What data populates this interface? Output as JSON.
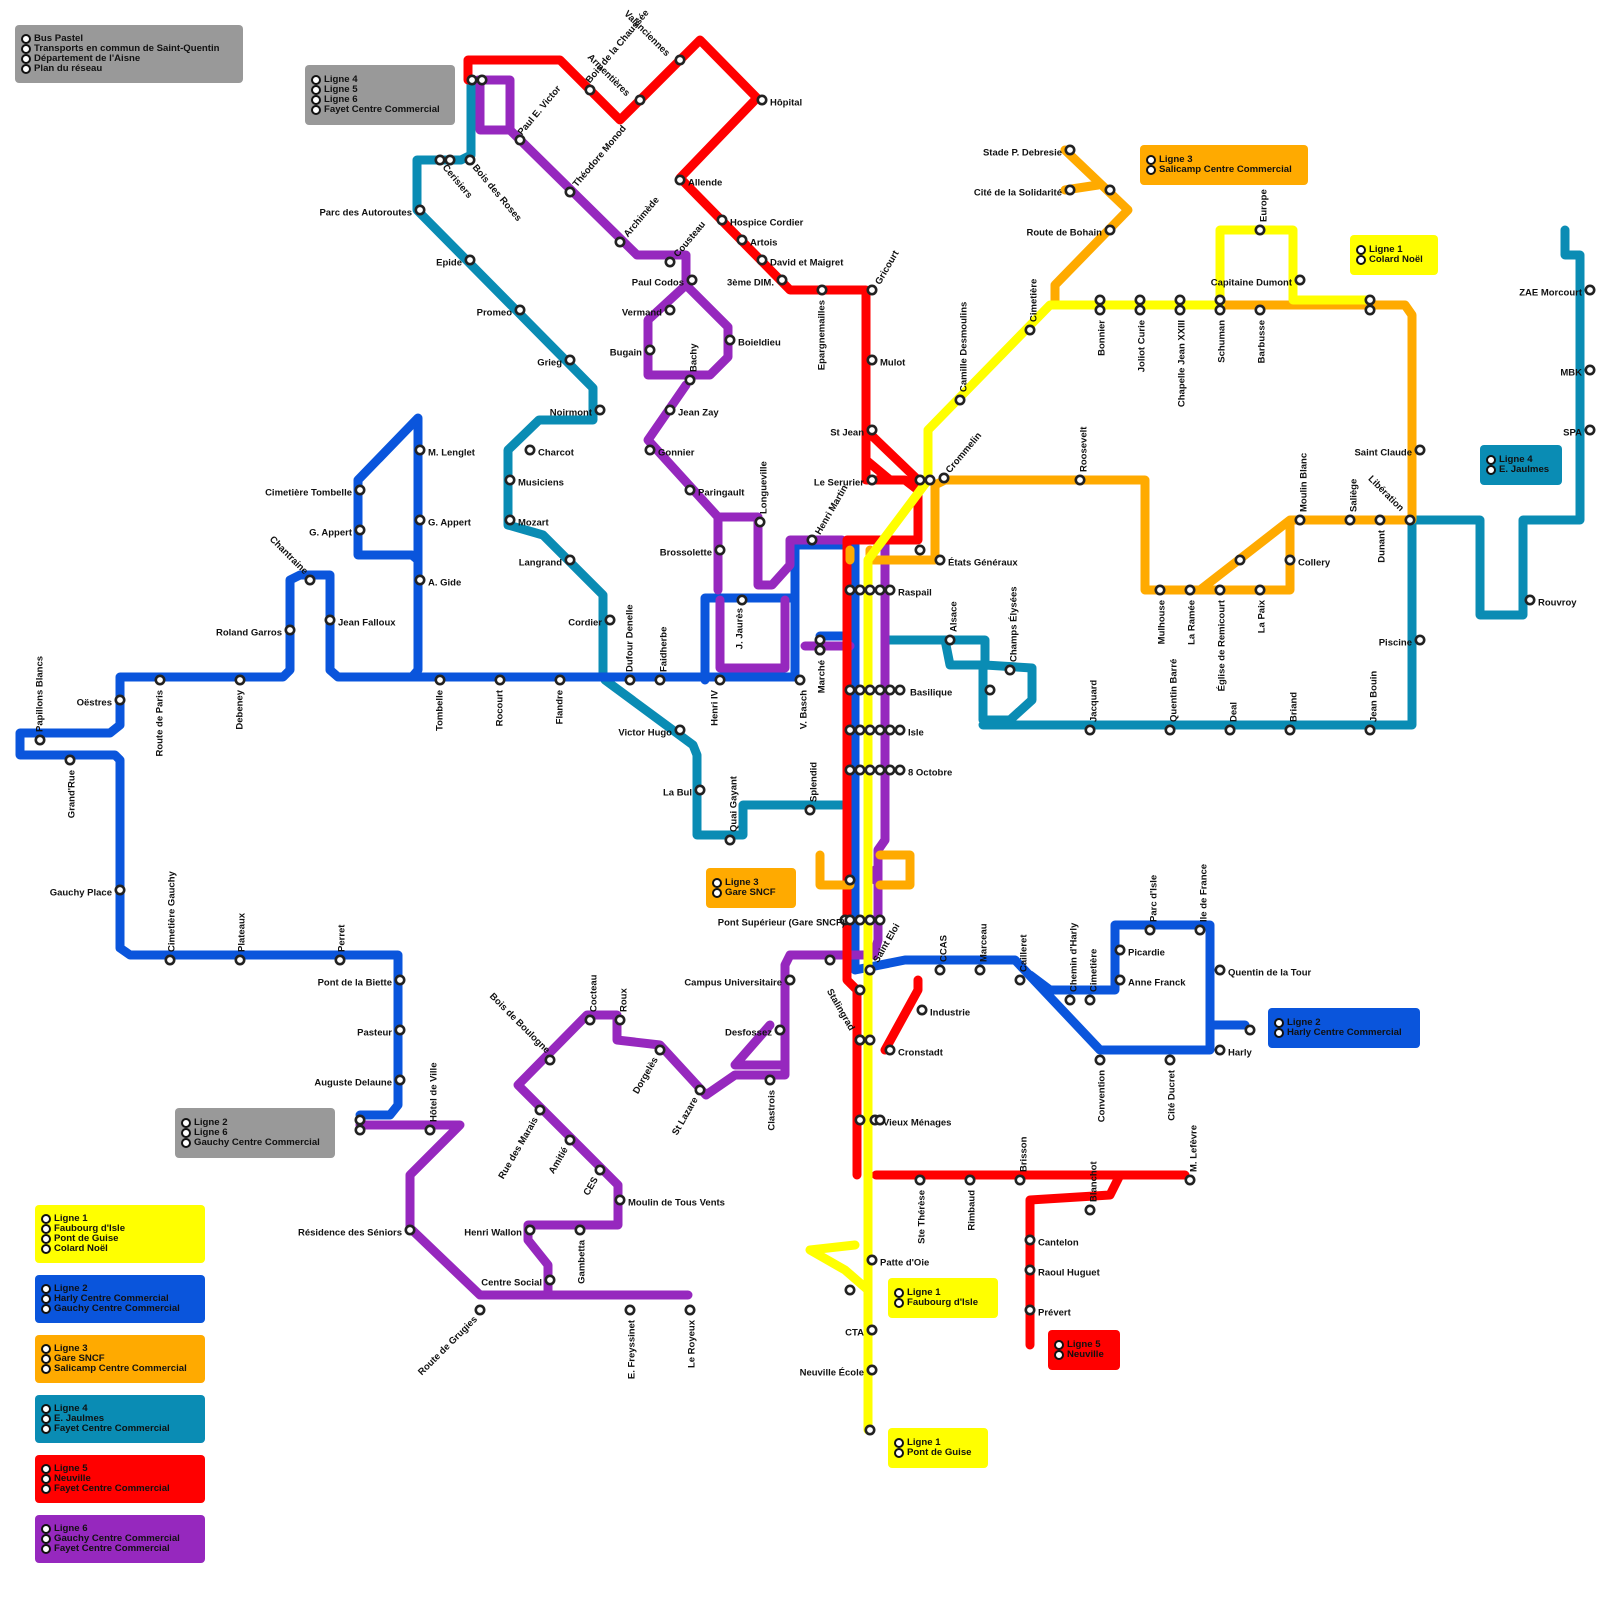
{
  "colors": {
    "ligne1": "#ffff00",
    "ligne2": "#0a55dc",
    "ligne3": "#ffaa00",
    "ligne4": "#0a8cb4",
    "ligne5": "#ff0000",
    "ligne6": "#9628be",
    "grey_box": "#999999"
  },
  "boxes": {
    "network": [
      "Bus Pastel",
      "Transports en commun de Saint-Quentin",
      "Département de l'Aisne",
      "Plan du réseau"
    ],
    "fayet": [
      "Ligne 4",
      "Ligne 5",
      "Ligne 6",
      "Fayet Centre Commercial"
    ],
    "salicamp": [
      "Ligne 3",
      "Salicamp Centre Commercial"
    ],
    "colard": [
      "Ligne 1",
      "Colard Noël"
    ],
    "jaulmes": [
      "Ligne 4",
      "E. Jaulmes"
    ],
    "gare": [
      "Ligne 3",
      "Gare SNCF"
    ],
    "harly": [
      "Ligne 2",
      "Harly Centre Commercial"
    ],
    "gauchy": [
      "Ligne 2",
      "Ligne 6",
      "Gauchy Centre Commercial"
    ],
    "faubourg": [
      "Ligne 1",
      "Faubourg d'Isle"
    ],
    "neuville": [
      "Ligne 5",
      "Neuville"
    ],
    "guise": [
      "Ligne 1",
      "Pont de Guise"
    ]
  },
  "legend": [
    {
      "lines": [
        "Ligne 1",
        "Faubourg d'Isle",
        "Pont de Guise",
        "Colard Noël"
      ],
      "color": "#ffff00"
    },
    {
      "lines": [
        "Ligne 2",
        "Harly Centre Commercial",
        "Gauchy Centre Commercial"
      ],
      "color": "#0a55dc"
    },
    {
      "lines": [
        "Ligne 3",
        "Gare SNCF",
        "Salicamp Centre Commercial"
      ],
      "color": "#ffaa00"
    },
    {
      "lines": [
        "Ligne 4",
        "E. Jaulmes",
        "Fayet Centre Commercial"
      ],
      "color": "#0a8cb4"
    },
    {
      "lines": [
        "Ligne 5",
        "Neuville",
        "Fayet Centre Commercial"
      ],
      "color": "#ff0000"
    },
    {
      "lines": [
        "Ligne 6",
        "Gauchy Centre Commercial",
        "Fayet Centre Commercial"
      ],
      "color": "#9628be"
    }
  ],
  "stations": {
    "valenciennes": "Valenciennes",
    "armentieres": "Armentières",
    "bois_chaussee": "Bois de la Chaussée",
    "paul_victor": "Paul E. Victor",
    "hopital": "Hôpital",
    "theodore_monod": "Théodore Monod",
    "allende": "Allende",
    "archimede": "Archimède",
    "cousteau": "Cousteau",
    "hospice_cordier": "Hospice Cordier",
    "artois": "Artois",
    "david_maigret": "David et Maigret",
    "troisieme_dim": "3ème DIM.",
    "gricourt": "Gricourt",
    "epargnemailles": "Epargnemailles",
    "paul_codos": "Paul Codos",
    "vermand": "Vermand",
    "boieldieu": "Boieldieu",
    "bugain": "Bugain",
    "bachy": "Bachy",
    "mulot": "Mulot",
    "jean_zay": "Jean Zay",
    "st_jean": "St Jean",
    "gonnier": "Gonnier",
    "le_serurier": "Le Serurier",
    "paringault": "Paringault",
    "longueville": "Longueville",
    "henri_martin": "Henri Martin",
    "brossolette": "Brossolette",
    "cerisiers": "Cerisiers",
    "bois_roses": "Bois des Roses",
    "parc_autoroutes": "Parc des Autoroutes",
    "epide": "Epide",
    "promeo": "Promeo",
    "grieg": "Grieg",
    "noirmont": "Noirmont",
    "charcot": "Charcot",
    "musiciens": "Musiciens",
    "mozart": "Mozart",
    "langrand": "Langrand",
    "cordier": "Cordier",
    "m_lenglet": "M. Lenglet",
    "cimetiere_tombelle": "Cimetière Tombelle",
    "g_appert_r": "G. Appert",
    "g_appert_l": "G. Appert",
    "a_gide": "A. Gide",
    "chantraine": "Chantraine",
    "roland_garros": "Roland Garros",
    "jean_falloux": "Jean Falloux",
    "papillons_blancs": "Papillons Blancs",
    "oestres": "Oëstres",
    "route_paris": "Route de Paris",
    "debeney": "Debeney",
    "tombelle": "Tombelle",
    "rocourt": "Rocourt",
    "flandre": "Flandre",
    "dufour_denelle": "Dufour Denelle",
    "faidherbe": "Faidherbe",
    "j_jaures": "J. Jaurès",
    "henri_iv": "Henri IV",
    "v_basch": "V. Basch",
    "marche": "Marché",
    "grand_rue": "Grand'Rue",
    "gauchy_place": "Gauchy Place",
    "cimetiere_gauchy": "Cimetière Gauchy",
    "plateaux": "Plateaux",
    "perret": "Perret",
    "pont_biette": "Pont de la Biette",
    "pasteur": "Pasteur",
    "auguste_delaune": "Auguste Delaune",
    "victor_hugo": "Victor Hugo",
    "la_bul": "La Bul",
    "quai_gayant": "Quai Gayant",
    "splendid": "Splendid",
    "raspail": "Raspail",
    "basilique": "Basilique",
    "isle": "Isle",
    "huit_octobre": "8 Octobre",
    "pont_superieur": "Pont Supérieur (Gare SNCF)",
    "etats_generaux": "États Généraux",
    "crommelin": "Crommelin",
    "camille_desmoulins": "Camille Desmoulins",
    "cimetiere_n": "Cimetière",
    "stade_debresie": "Stade P. Debresie",
    "cite_solidarite": "Cité de la Solidarité",
    "route_bohain": "Route de Bohain",
    "bonnier": "Bonnier",
    "joliot_curie": "Joliot Curie",
    "chapelle_jean": "Chapelle Jean XXIII",
    "schuman": "Schuman",
    "europe": "Europe",
    "capitaine_dumont": "Capitaine Dumont",
    "barbusse": "Barbusse",
    "roosevelt": "Roosevelt",
    "alsace": "Alsace",
    "champs_elysees": "Champs Élysées",
    "mulhouse": "Mulhouse",
    "la_ramee": "La Ramée",
    "eglise_remicourt": "Église de Remicourt",
    "la_paix": "La Paix",
    "collery": "Collery",
    "moulin_blanc": "Moulin Blanc",
    "saliege": "Saliège",
    "dunant": "Dunant",
    "liberation": "Libération",
    "saint_claude": "Saint Claude",
    "piscine": "Piscine",
    "jacquard": "Jacquard",
    "quentin_barre": "Quentin Barré",
    "deal": "Deal",
    "briand": "Briand",
    "jean_bouin": "Jean Bouin",
    "zae_morcourt": "ZAE Morcourt",
    "mbk": "MBK",
    "spa": "SPA",
    "rouvroy": "Rouvroy",
    "campus": "Campus Universitaire",
    "saint_eloi": "Saint Eloi",
    "stalingrad": "Stalingrad",
    "cocteau": "Cocteau",
    "roux": "Roux",
    "bois_boulogne": "Bois de Boulogne",
    "desfossez": "Desfossez",
    "dorgeles": "Dorgelès",
    "st_lazare": "St Lazare",
    "clastrois": "Clastrois",
    "rue_marais": "Rue des Marais",
    "amitie": "Amitié",
    "ces": "CES",
    "moulin_tous_vents": "Moulin de Tous Vents",
    "henri_wallon": "Henri Wallon",
    "gambetta": "Gambetta",
    "centre_social": "Centre Social",
    "route_grugies": "Route de Grugies",
    "e_freyssinet": "E. Freyssinet",
    "le_royeux": "Le Royeux",
    "hotel_ville": "Hôtel de Ville",
    "residence_seniors": "Résidence des Séniors",
    "industrie": "Industrie",
    "cronstadt": "Cronstadt",
    "ccas": "CCAS",
    "marceau": "Marceau",
    "cailleret": "Cailleret",
    "chemin_harly": "Chemin d'Harly",
    "cimetiere_s": "Cimetière",
    "parc_isle": "Parc d'Isle",
    "ile_france": "Ile de France",
    "picardie": "Picardie",
    "anne_franck": "Anne Franck",
    "quentin_tour": "Quentin de la Tour",
    "harly": "Harly",
    "convention": "Convention",
    "cite_ducret": "Cité Ducret",
    "vieux_menages": "Vieux Ménages",
    "brisson": "Brisson",
    "ste_therese": "Ste Thérèse",
    "rimbaud": "Rimbaud",
    "blanchot": "Blanchot",
    "m_lefevre": "M. Lefèvre",
    "cantelon": "Cantelon",
    "raoul_huguet": "Raoul Huguet",
    "prevert": "Prévert",
    "patte_oie": "Patte d'Oie",
    "cta": "CTA",
    "neuville_ecole": "Neuville École"
  }
}
